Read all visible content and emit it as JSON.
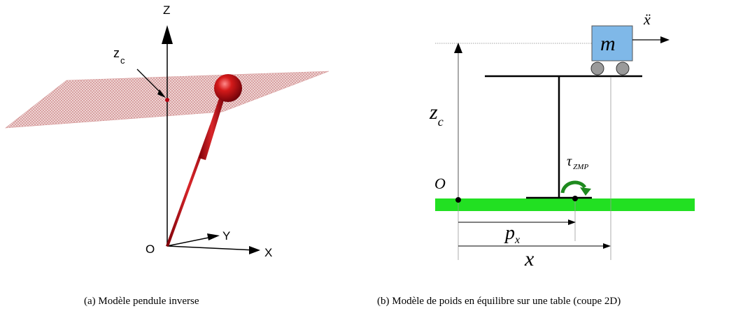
{
  "figure_a": {
    "caption": "(a) Modèle pendule inverse",
    "axis_z": "Z",
    "axis_y": "Y",
    "axis_x": "X",
    "origin": "O",
    "zc_label": "z",
    "zc_sub": "c",
    "plane_color": "#c98a8a",
    "pendulum_color": "#b3000f"
  },
  "figure_b": {
    "caption": "(b) Modèle de poids en équilibre sur une table (coupe 2D)",
    "mass_label": "m",
    "accel_label": "ẍ",
    "zc_label": "z",
    "zc_sub": "c",
    "origin": "O",
    "tau_label": "τ",
    "tau_sub": "ZMP",
    "px_label": "p",
    "px_sub": "x",
    "x_label": "x",
    "ground_color": "#22e022",
    "mass_color": "#7fb8e8",
    "arrow_color": "#1e8a1e"
  }
}
